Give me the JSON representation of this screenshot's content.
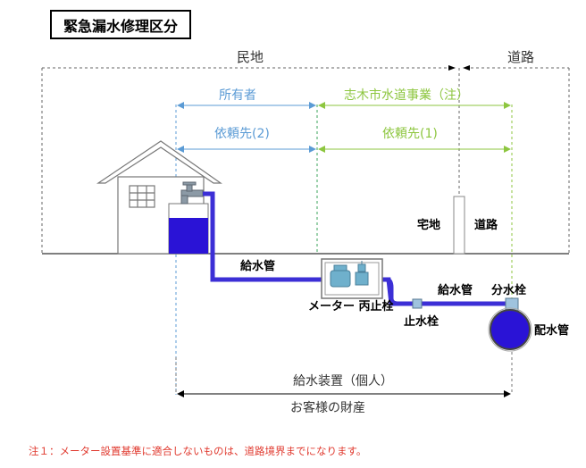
{
  "title": "緊急漏水修理区分",
  "areas": {
    "private": "民地",
    "road": "道路"
  },
  "ownership": {
    "owner": "所有者",
    "city": "志木市水道事業（注）"
  },
  "requests": {
    "request_2": "依頼先(2)",
    "request_1": "依頼先(1)"
  },
  "ground_labels": {
    "residential": "宅地",
    "road": "道路"
  },
  "pipe_labels": {
    "supply_pipe_left": "給水管",
    "meter_valve": "メーター 丙止栓",
    "supply_pipe_right": "給水管",
    "stop_valve": "止水栓",
    "branch_valve": "分水栓",
    "distribution_pipe": "配水管"
  },
  "equipment": {
    "label": "給水装置（個人）",
    "property": "お客様の財産"
  },
  "note": "注１：メーター設置基準に適合しないものは、道路境界までになります。",
  "colors": {
    "owner_blue": "#5b9bd5",
    "city_green": "#8dc63f",
    "pipe": "#3c2fd6",
    "note_red": "#e03a2f"
  }
}
